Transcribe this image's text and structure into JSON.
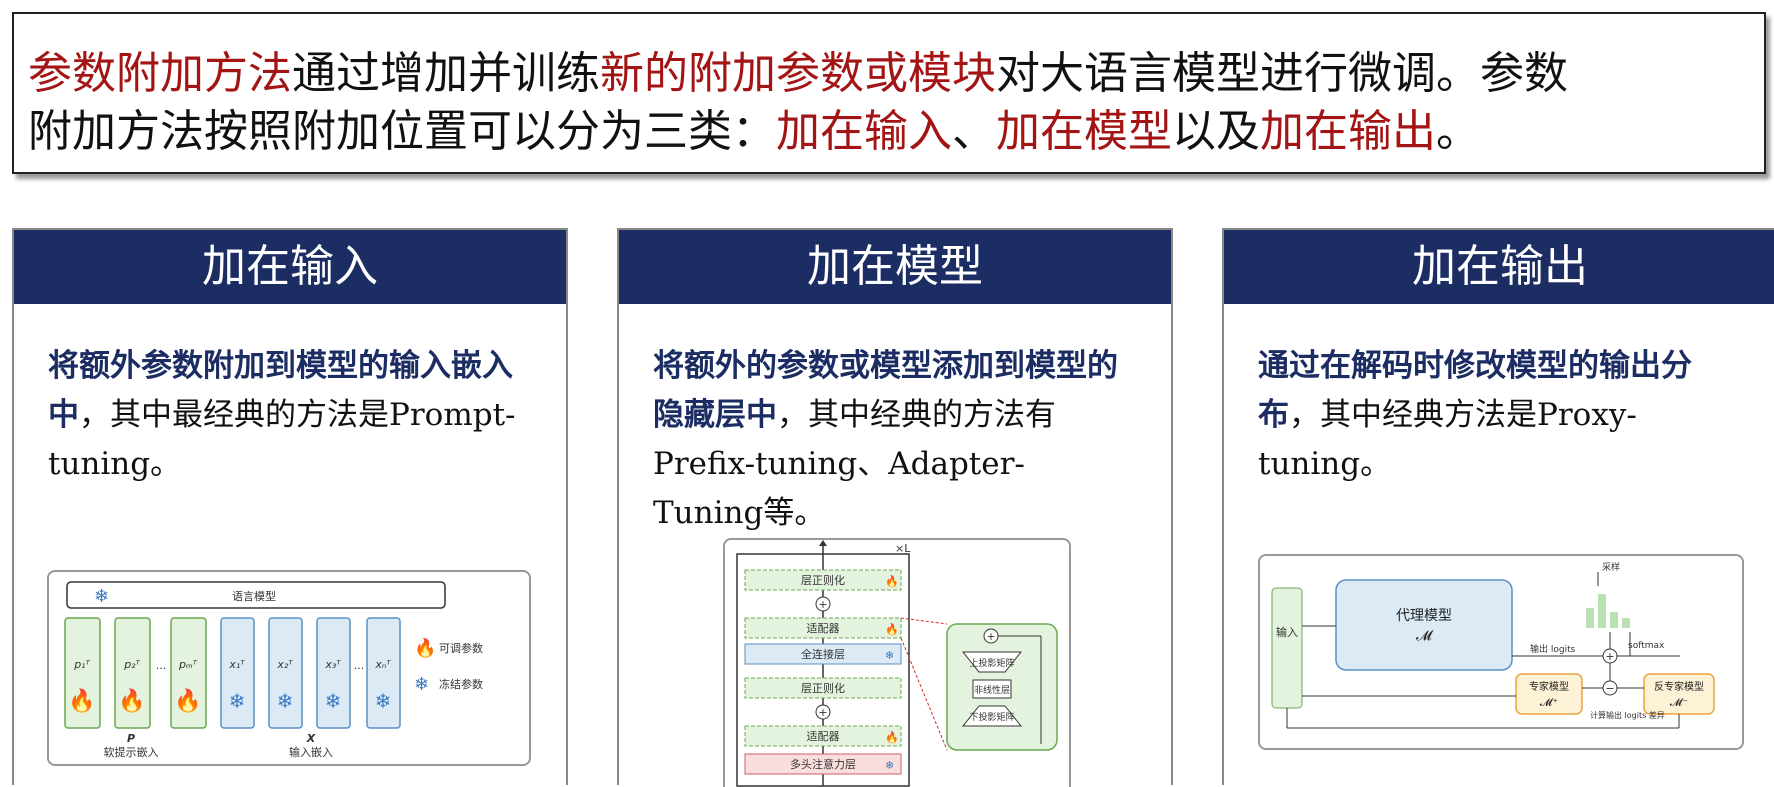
{
  "summary": {
    "l1_a": "参数附加方法",
    "l1_b": "通过增加并训练",
    "l1_c": "新的附加参数或模块",
    "l1_d": "对大语言模型进行微调。参数",
    "l2_a": "附加方法按照附加位置可以分为三类：",
    "l2_b": "加在输入",
    "l2_c": "、",
    "l2_d": "加在模型",
    "l2_e": "以及",
    "l2_f": "加在输出",
    "l2_g": "。"
  },
  "panels": [
    {
      "title": "加在输入",
      "desc_bold": "将额外参数附加到模型的输入嵌入中",
      "desc_rest": "，其中最经典的方法是Prompt-tuning。",
      "figure": {
        "top_label": "语言模型",
        "soft_tokens": [
          "p₁ᵀ",
          "p₂ᵀ",
          "pₘᵀ"
        ],
        "input_tokens": [
          "x₁ᵀ",
          "x₂ᵀ",
          "x₃ᵀ",
          "xₙᵀ"
        ],
        "ellipsis": "···",
        "legend_trainable": "可调参数",
        "legend_frozen": "冻结参数",
        "p_label": "P",
        "p_caption": "软提示嵌入",
        "x_label": "X",
        "x_caption": "输入嵌入"
      }
    },
    {
      "title": "加在模型",
      "desc_bold": "将额外的参数或模型添加到模型的隐藏层中",
      "desc_rest": "，其中经典的方法有Prefix-tuning、Adapter-Tuning等。",
      "figure": {
        "layers": [
          "层正则化",
          "适配器",
          "全连接层",
          "层正则化",
          "适配器",
          "多头注意力层"
        ],
        "times_label": "×L",
        "detail": [
          "上投影矩阵",
          "非线性层",
          "下投影矩阵"
        ]
      }
    },
    {
      "title": "加在输出",
      "desc_bold": "通过在解码时修改模型的输出分布",
      "desc_rest": "，其中经典方法是Proxy-tuning。",
      "figure": {
        "input_label": "输入",
        "proxy_label": "代理模型",
        "proxy_symbol": "𝓜",
        "output_logits": "输出 logits",
        "softmax": "softmax",
        "sample": "采样",
        "expert_label": "专家模型",
        "expert_symbol": "𝓜⁺",
        "anti_label": "反专家模型",
        "anti_symbol": "𝓜⁻",
        "calc_label": "计算输出 logits 差异"
      }
    }
  ],
  "colors": {
    "header_bg": "#1c2d63",
    "accent_red": "#a31515",
    "green_fill": "#e4f3de",
    "blue_fill": "#dceaf6",
    "pink_fill": "#fadede",
    "orange": "#e8a33a"
  }
}
